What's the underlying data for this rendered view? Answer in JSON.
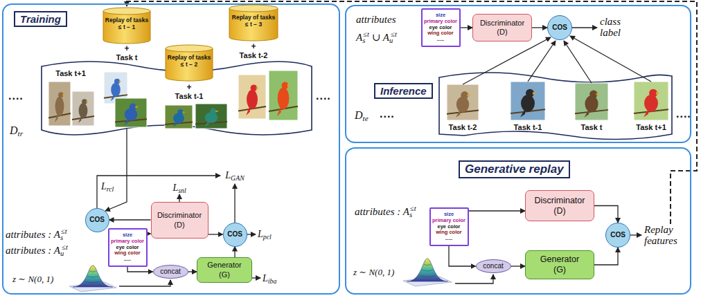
{
  "diagram": {
    "nodes": [
      {
        "text": [
          "Training"
        ]
      },
      {
        "text": [
          "Replay of tasks ≤ t − 1"
        ],
        "in": 0
      },
      {
        "text": [
          "Replay of tasks ≤ t − 2"
        ],
        "in": 0
      },
      {
        "text": [
          "Replay of tasks ≤ t − 3"
        ],
        "in": 0
      },
      {
        "text": [
          "COS"
        ],
        "in": 0
      },
      {
        "text": [
          "Discriminator (D)"
        ],
        "in": 0
      },
      {
        "text": [
          "size",
          "primary color",
          "eye color",
          "wing color",
          "....."
        ],
        "in": 0
      },
      {
        "text": [
          "COS"
        ],
        "in": 0
      },
      {
        "text": [
          "concat"
        ],
        "in": 0
      },
      {
        "text": [
          "Generator (G)"
        ],
        "in": 0
      },
      {
        "text": [
          "Inference"
        ]
      },
      {
        "text": [
          "size",
          "primary color",
          "eye color",
          "wing color",
          "....."
        ],
        "in": 10
      },
      {
        "text": [
          "Discriminator (D)"
        ],
        "in": 10
      },
      {
        "text": [
          "COS"
        ],
        "in": 10
      },
      {
        "text": [
          "Generative replay"
        ]
      },
      {
        "text": [
          "size",
          "primary color",
          "eye color",
          "wing color",
          "....."
        ],
        "in": 14
      },
      {
        "text": [
          "Discriminator (D)"
        ],
        "in": 14
      },
      {
        "text": [
          "concat"
        ],
        "in": 14
      },
      {
        "text": [
          "Generator (G)"
        ],
        "in": 14
      },
      {
        "text": [
          "COS"
        ],
        "in": 14
      }
    ],
    "edges": [
      {
        "from": 5,
        "to": 4,
        "arrow": "to"
      },
      {
        "from": 6,
        "to": 5,
        "arrow": "to"
      },
      {
        "from": 6,
        "to": 8,
        "arrow": "to"
      },
      {
        "from": 8,
        "to": 9,
        "arrow": "to"
      },
      {
        "from": 5,
        "to": 7,
        "arrow": "to"
      },
      {
        "from": 9,
        "to": 7,
        "arrow": "to"
      },
      {
        "from": 11,
        "to": 12,
        "arrow": "to"
      },
      {
        "from": 12,
        "to": 13,
        "arrow": "to"
      },
      {
        "from": 15,
        "to": 16,
        "arrow": "to"
      },
      {
        "from": 15,
        "to": 17,
        "arrow": "to"
      },
      {
        "from": 17,
        "to": 18,
        "arrow": "to"
      },
      {
        "from": 16,
        "to": 19,
        "arrow": "to"
      },
      {
        "from": 18,
        "to": 19,
        "arrow": "to"
      }
    ],
    "labels": [
      "+",
      "Task t",
      "+",
      "Task t-1",
      "+",
      "Task t-2",
      "Task t+1",
      "....",
      "....",
      "Dtr",
      "Lrcl",
      "LGAN",
      "Lsnl",
      "Lpcl",
      "Liba",
      "attributes : As≤t",
      "attributes : Au≤t",
      "z ∼ N(0, 1)",
      "attributes",
      "As≤t ∪ Au≤t",
      "class label",
      "Dte",
      "....",
      "Task t-2",
      "Task t-1",
      "Task t",
      "Task t+1",
      "....",
      "attributes : As≤t",
      "z ∼ N(0, 1)",
      "Replay features"
    ]
  }
}
